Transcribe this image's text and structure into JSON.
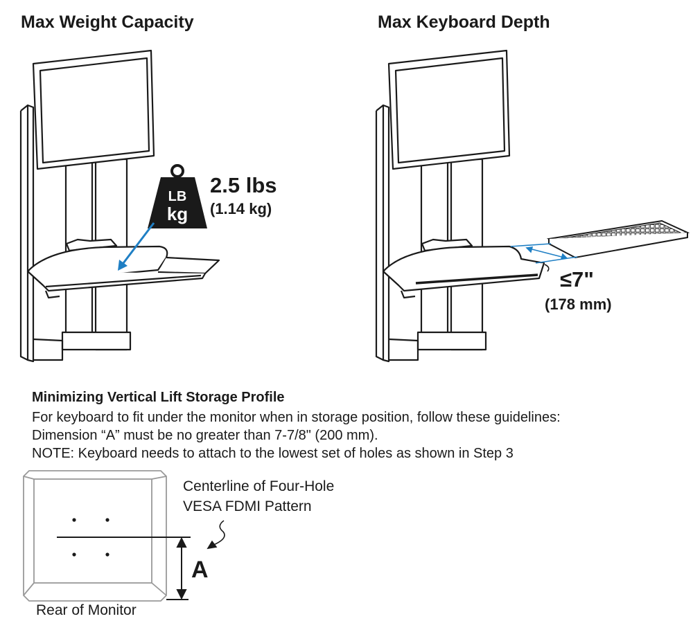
{
  "figures": {
    "weight": {
      "heading": "Max Weight Capacity",
      "badge_top": "LB",
      "badge_bottom": "kg",
      "value_lbs": "2.5 lbs",
      "value_kg": "(1.14 kg)"
    },
    "keyboard": {
      "heading": "Max Keyboard Depth",
      "depth": "≤7\"",
      "depth_mm": "(178 mm)"
    }
  },
  "storage": {
    "title": "Minimizing Vertical Lift Storage Profile",
    "line1": "For keyboard to fit under the monitor when in storage position, follow these guidelines:",
    "line2": "Dimension “A” must be no greater than 7-7/8\" (200 mm).",
    "line3": "NOTE: Keyboard needs to attach to the lowest set of holes as shown in Step 3"
  },
  "monitor_rear": {
    "centerline_line1": "Centerline of Four-Hole",
    "centerline_line2": "VESA FDMI Pattern",
    "dimension_label": "A",
    "caption": "Rear of Monitor"
  },
  "colors": {
    "line": "#1a1a1a",
    "accent_arrow": "#1f7fc4",
    "weight_fill": "#1a1a1a"
  }
}
